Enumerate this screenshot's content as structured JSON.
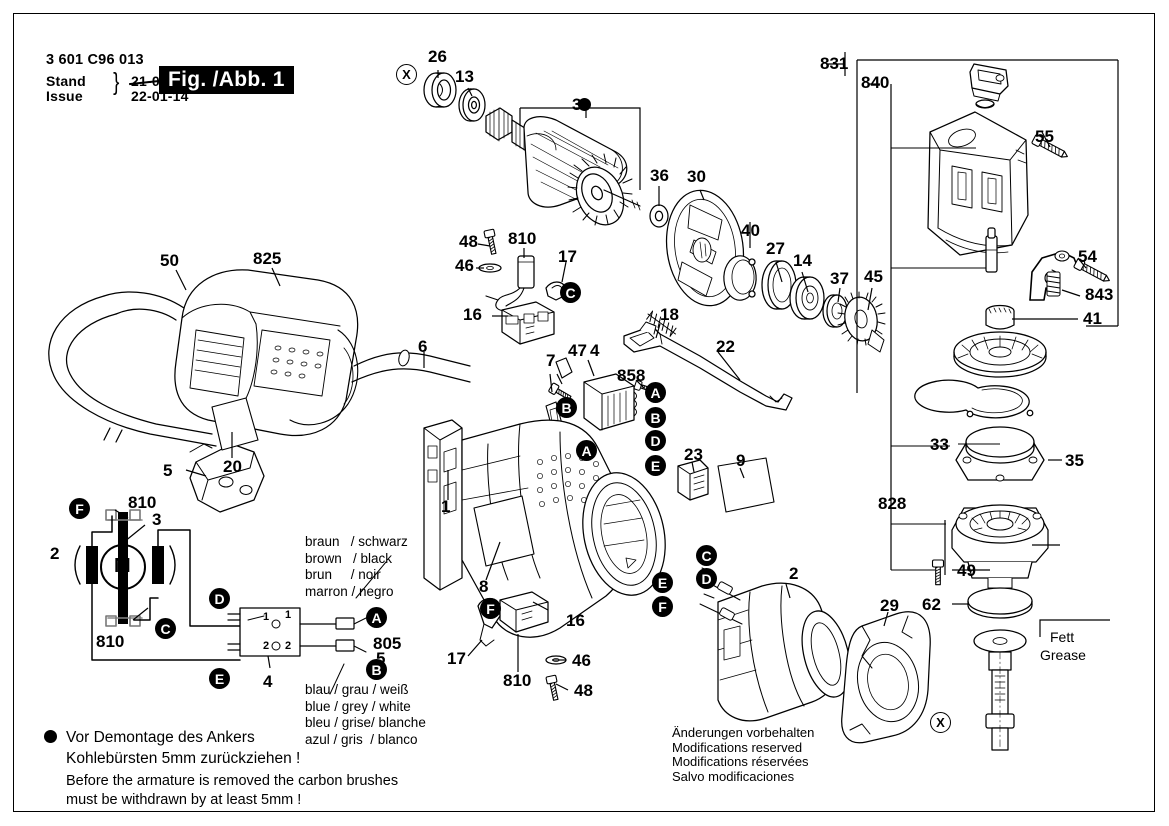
{
  "header": {
    "part_number": "3 601 C96 013",
    "stand_label": "Stand",
    "issue_label": "Issue",
    "brace": "}",
    "stand_value": "21-06",
    "issue_value": "22-01-14",
    "figure_tag": "Fig. /Abb. 1"
  },
  "callouts": [
    {
      "id": "c-26",
      "text": "26"
    },
    {
      "id": "c-13",
      "text": "13"
    },
    {
      "id": "c-3",
      "text": "3"
    },
    {
      "id": "c-36",
      "text": "36"
    },
    {
      "id": "c-30",
      "text": "30"
    },
    {
      "id": "c-40",
      "text": "40"
    },
    {
      "id": "c-27",
      "text": "27"
    },
    {
      "id": "c-14",
      "text": "14"
    },
    {
      "id": "c-37",
      "text": "37"
    },
    {
      "id": "c-45",
      "text": "45"
    },
    {
      "id": "c-831",
      "text": "831"
    },
    {
      "id": "c-840",
      "text": "840"
    },
    {
      "id": "c-55",
      "text": "55"
    },
    {
      "id": "c-54",
      "text": "54"
    },
    {
      "id": "c-843",
      "text": "843"
    },
    {
      "id": "c-41",
      "text": "41"
    },
    {
      "id": "c-33",
      "text": "33"
    },
    {
      "id": "c-35",
      "text": "35"
    },
    {
      "id": "c-828",
      "text": "828"
    },
    {
      "id": "c-49",
      "text": "49"
    },
    {
      "id": "c-62",
      "text": "62"
    },
    {
      "id": "c-29",
      "text": "29"
    },
    {
      "id": "c-50",
      "text": "50"
    },
    {
      "id": "c-825",
      "text": "825"
    },
    {
      "id": "c-20",
      "text": "20"
    },
    {
      "id": "c-5",
      "text": "5"
    },
    {
      "id": "c-6",
      "text": "6"
    },
    {
      "id": "c-48t",
      "text": "48"
    },
    {
      "id": "c-46t",
      "text": "46"
    },
    {
      "id": "c-810t",
      "text": "810"
    },
    {
      "id": "c-17t",
      "text": "17"
    },
    {
      "id": "c-16t",
      "text": "16"
    },
    {
      "id": "c-7",
      "text": "7"
    },
    {
      "id": "c-47",
      "text": "47"
    },
    {
      "id": "c-4c",
      "text": "4"
    },
    {
      "id": "c-858",
      "text": "858"
    },
    {
      "id": "c-18",
      "text": "18"
    },
    {
      "id": "c-22",
      "text": "22"
    },
    {
      "id": "c-23",
      "text": "23"
    },
    {
      "id": "c-9",
      "text": "9"
    },
    {
      "id": "c-1",
      "text": "1"
    },
    {
      "id": "c-8",
      "text": "8"
    },
    {
      "id": "c-2r",
      "text": "2"
    },
    {
      "id": "c-16b",
      "text": "16"
    },
    {
      "id": "c-17b",
      "text": "17"
    },
    {
      "id": "c-46b",
      "text": "46"
    },
    {
      "id": "c-48b",
      "text": "48"
    },
    {
      "id": "c-810b",
      "text": "810"
    },
    {
      "id": "c-2l",
      "text": "2"
    },
    {
      "id": "c-3l",
      "text": "3"
    },
    {
      "id": "c-810w1",
      "text": "810"
    },
    {
      "id": "c-810w2",
      "text": "810"
    },
    {
      "id": "c-805",
      "text": "805"
    },
    {
      "id": "c-5w",
      "text": "5"
    },
    {
      "id": "c-4w",
      "text": "4"
    }
  ],
  "markers": {
    "filled": [
      "A",
      "B",
      "C",
      "D",
      "E",
      "F"
    ],
    "outlined": [
      "X"
    ]
  },
  "wiring": {
    "motor_symbol": "M",
    "terminal_top_left": "1",
    "terminal_top_right": "1",
    "terminal_bottom_left": "2",
    "terminal_bottom_right": "2"
  },
  "legends": {
    "brown_block": "braun   / schwarz\nbrown   / black\nbrun     / noir\nmarron / negro",
    "blue_block": "blau / grau / weiß\nblue / grey / white\nbleu / grise/ blanche\nazul / gris  / blanco",
    "grease": {
      "line1": "Fett",
      "line2": "Grease"
    },
    "note_de": "Vor Demontage des Ankers\nKohlebürsten 5mm zurückziehen !",
    "note_en": "Before the armature is removed the carbon brushes\nmust be withdrawn by at least 5mm !",
    "modifications": "Änderungen vorbehalten\nModifications reserved\nModifications réservées\nSalvo modificaciones"
  },
  "colors": {
    "ink": "#000000",
    "paper": "#ffffff",
    "shade": "#1a1a2e"
  }
}
